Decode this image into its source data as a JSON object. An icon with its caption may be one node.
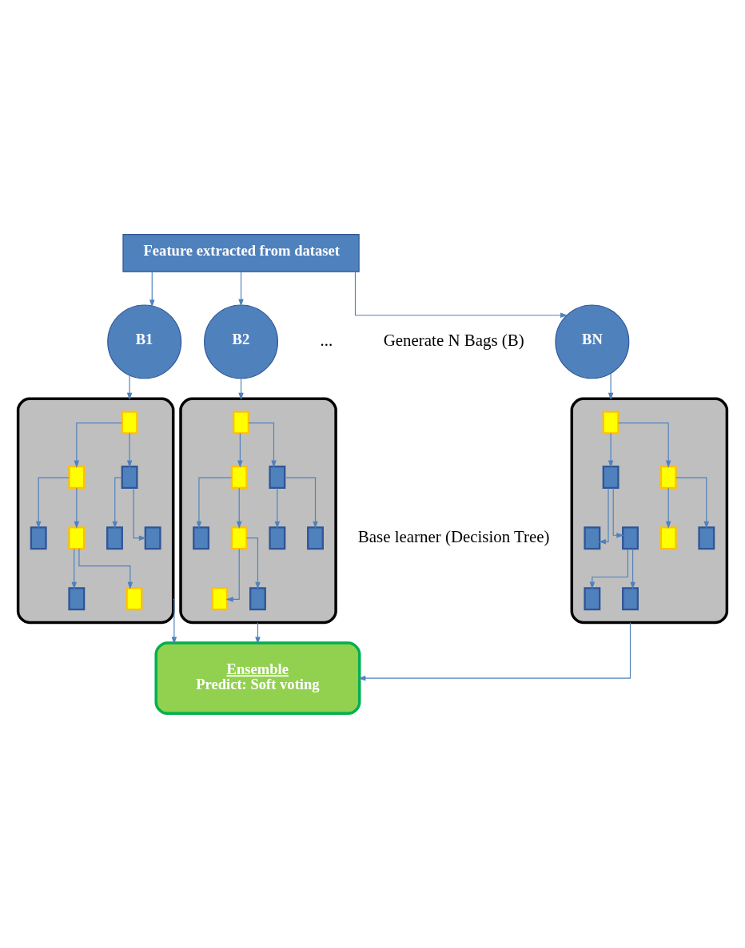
{
  "diagram": {
    "nodes": [
      {
        "text": [
          "Feature extracted from dataset"
        ]
      },
      {
        "text": [
          "B1"
        ]
      },
      {
        "text": [
          "B2"
        ]
      },
      {
        "text": [
          "BN"
        ]
      },
      {
        "text": [],
        "shape": "box"
      },
      {
        "text": [],
        "shape": "box",
        "in": 4
      },
      {
        "text": [],
        "shape": "box",
        "in": 4
      },
      {
        "text": [],
        "shape": "box",
        "in": 4
      },
      {
        "text": [],
        "shape": "box",
        "in": 4
      },
      {
        "text": [],
        "shape": "box",
        "in": 4
      },
      {
        "text": [],
        "shape": "box",
        "in": 4
      },
      {
        "text": [],
        "shape": "box",
        "in": 4
      },
      {
        "text": [],
        "shape": "box",
        "in": 4
      },
      {
        "text": [],
        "shape": "box",
        "in": 4
      },
      {
        "text": [],
        "shape": "box"
      },
      {
        "text": [],
        "shape": "box",
        "in": 14
      },
      {
        "text": [],
        "shape": "box",
        "in": 14
      },
      {
        "text": [],
        "shape": "box",
        "in": 14
      },
      {
        "text": [],
        "shape": "box",
        "in": 14
      },
      {
        "text": [],
        "shape": "box",
        "in": 14
      },
      {
        "text": [],
        "shape": "box",
        "in": 14
      },
      {
        "text": [],
        "shape": "box",
        "in": 14
      },
      {
        "text": [],
        "shape": "box",
        "in": 14
      },
      {
        "text": [],
        "shape": "box",
        "in": 14
      },
      {
        "text": [],
        "shape": "box"
      },
      {
        "text": [],
        "shape": "box",
        "in": 24
      },
      {
        "text": [],
        "shape": "box",
        "in": 24
      },
      {
        "text": [],
        "shape": "box",
        "in": 24
      },
      {
        "text": [],
        "shape": "box",
        "in": 24
      },
      {
        "text": [],
        "shape": "box",
        "in": 24
      },
      {
        "text": [],
        "shape": "box",
        "in": 24
      },
      {
        "text": [],
        "shape": "box",
        "in": 24
      },
      {
        "text": [],
        "shape": "box",
        "in": 24
      },
      {
        "text": [],
        "shape": "box",
        "in": 24
      },
      {
        "text": [
          "Ensemble",
          "Predict: Soft voting"
        ]
      }
    ],
    "edges": [
      {
        "from": 0,
        "to": 1,
        "arrow": "to"
      },
      {
        "from": 0,
        "to": 2,
        "arrow": "to"
      },
      {
        "from": 0,
        "to": 3,
        "arrow": "to"
      },
      {
        "from": 1,
        "to": 4,
        "arrow": "to"
      },
      {
        "from": 2,
        "to": 14,
        "arrow": "to"
      },
      {
        "from": 3,
        "to": 24,
        "arrow": "to"
      },
      {
        "from": 5,
        "to": 6,
        "arrow": "to"
      },
      {
        "from": 5,
        "to": 7,
        "arrow": "to"
      },
      {
        "from": 6,
        "to": 8,
        "arrow": "to"
      },
      {
        "from": 6,
        "to": 9,
        "arrow": "to"
      },
      {
        "from": 7,
        "to": 10,
        "arrow": "to"
      },
      {
        "from": 7,
        "to": 11,
        "arrow": "to"
      },
      {
        "from": 9,
        "to": 12,
        "arrow": "to"
      },
      {
        "from": 9,
        "to": 13,
        "arrow": "to"
      },
      {
        "from": 15,
        "to": 16,
        "arrow": "to"
      },
      {
        "from": 15,
        "to": 17,
        "arrow": "to"
      },
      {
        "from": 16,
        "to": 18,
        "arrow": "to"
      },
      {
        "from": 16,
        "to": 19,
        "arrow": "to"
      },
      {
        "from": 17,
        "to": 20,
        "arrow": "to"
      },
      {
        "from": 17,
        "to": 21,
        "arrow": "to"
      },
      {
        "from": 19,
        "to": 22,
        "arrow": "to"
      },
      {
        "from": 19,
        "to": 23,
        "arrow": "to"
      },
      {
        "from": 25,
        "to": 26,
        "arrow": "to"
      },
      {
        "from": 25,
        "to": 27,
        "arrow": "to"
      },
      {
        "from": 26,
        "to": 28,
        "arrow": "to"
      },
      {
        "from": 26,
        "to": 29,
        "arrow": "to"
      },
      {
        "from": 27,
        "to": 30,
        "arrow": "to"
      },
      {
        "from": 27,
        "to": 31,
        "arrow": "to"
      },
      {
        "from": 29,
        "to": 32,
        "arrow": "to"
      },
      {
        "from": 29,
        "to": 33,
        "arrow": "to"
      },
      {
        "from": 4,
        "to": 34,
        "arrow": "to"
      },
      {
        "from": 14,
        "to": 34,
        "arrow": "to"
      },
      {
        "from": 24,
        "to": 34,
        "arrow": "to"
      }
    ],
    "labels": [
      "Generate N Bags (B)",
      "Base learner (Decision Tree)",
      "..."
    ]
  }
}
